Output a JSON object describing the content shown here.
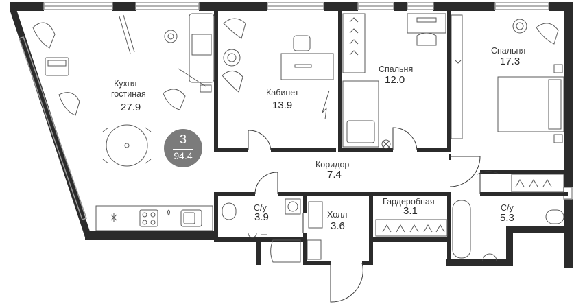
{
  "apartment": {
    "rooms_count": "3",
    "total_area": "94.4"
  },
  "rooms": {
    "kitchen": {
      "name_line1": "Кухня-",
      "name_line2": "гостиная",
      "area": "27.9"
    },
    "office": {
      "name": "Кабинет",
      "area": "13.9"
    },
    "bedroom1": {
      "name": "Спальня",
      "area": "12.0"
    },
    "bedroom2": {
      "name": "Спальня",
      "area": "17.3"
    },
    "corridor": {
      "name": "Коридор",
      "area": "7.4"
    },
    "bath1": {
      "name": "С/у",
      "area": "3.9"
    },
    "hall": {
      "name": "Холл",
      "area": "3.6"
    },
    "wardrobe": {
      "name": "Гардеробная",
      "area": "3.1"
    },
    "bath2": {
      "name": "С/у",
      "area": "5.3"
    }
  },
  "colors": {
    "wall": "#2b2b2b",
    "furniture": "#5a5a5a",
    "badge": "#7b7b7b",
    "window": "#9a9a9a"
  }
}
